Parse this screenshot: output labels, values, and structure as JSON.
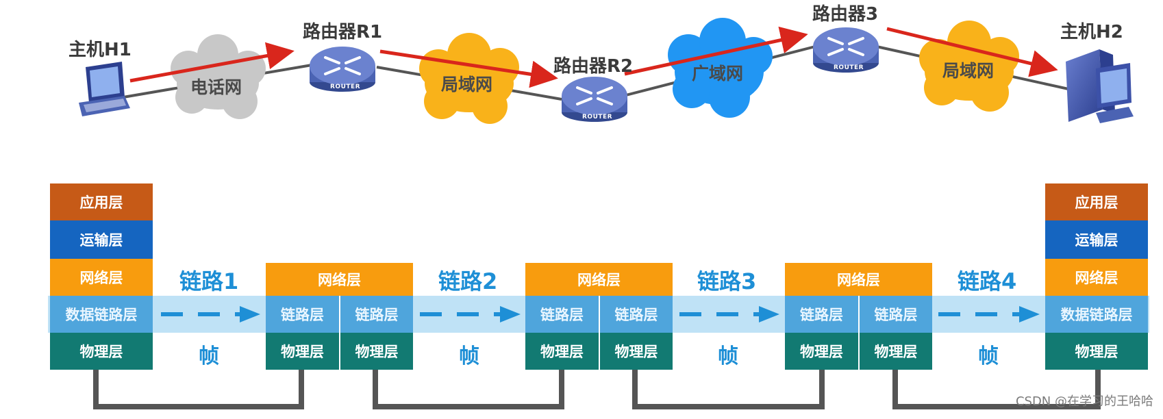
{
  "network": {
    "host1": "主机H1",
    "host2": "主机H2",
    "router1": "路由器R1",
    "router2": "路由器R2",
    "router3": "路由器3",
    "router_badge": "ROUTER",
    "clouds": [
      "电话网",
      "局域网",
      "广域网",
      "局域网"
    ]
  },
  "layers": {
    "app": "应用层",
    "transport": "运输层",
    "network": "网络层",
    "datalink": "数据链路层",
    "link": "链路层",
    "physical": "物理层"
  },
  "links": [
    "链路1",
    "链路2",
    "链路3",
    "链路4"
  ],
  "frame_label": "帧",
  "watermark": "CSDN @在学习的王哈哈",
  "colors": {
    "application": "#c65a17",
    "transport": "#1565c0",
    "network": "#f89c0e",
    "datalink": "#4fa5dc",
    "physical": "#127a72",
    "band": "#bfe2f6",
    "arrow_red": "#d9261c",
    "link_text": "#1e8fd6",
    "cloud_phone": "#c8c8c8",
    "cloud_lan": "#f9b21a",
    "cloud_wan": "#2196f3",
    "router_body": "#4b63b3",
    "cable": "#555555"
  }
}
